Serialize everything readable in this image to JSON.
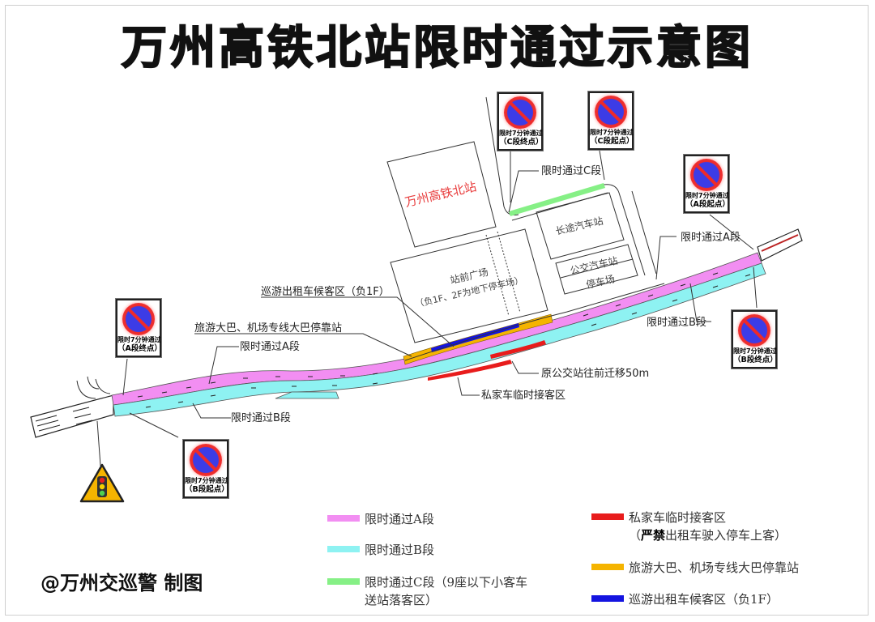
{
  "title": "万州高铁北站限时通过示意图",
  "credit": "@万州交巡警 制图",
  "colors": {
    "segment_a": "#f28ef2",
    "segment_b": "#8ef2f2",
    "segment_c": "#86f086",
    "private_pickup": "#e81c1c",
    "tour_bus": "#f5b400",
    "taxi": "#1414e0"
  },
  "buildings": {
    "station": "万州高铁北站",
    "plaza_line1": "站前广场",
    "plaza_line2": "（负1F、2F为地下停车场）",
    "coach_station": "长途汽车站",
    "bus_station": "公交汽车站",
    "parking": "停车场"
  },
  "callouts": {
    "segment_c": "限时通过C段",
    "segment_a_east": "限时通过A段",
    "segment_b_east": "限时通过B段",
    "taxi_zone": "巡游出租车候客区（负1F）",
    "tour_bus_stop": "旅游大巴、机场专线大巴停靠站",
    "segment_a_west": "限时通过A段",
    "segment_b_west": "限时通过B段",
    "bus_moved": "原公交站往前迁移50m",
    "private_pickup": "私家车临时接客区"
  },
  "signs": [
    {
      "id": "c-end",
      "line1": "限时7分钟通过",
      "line2": "（C段终点）"
    },
    {
      "id": "c-start",
      "line1": "限时7分钟通过",
      "line2": "（C段起点）"
    },
    {
      "id": "a-start",
      "line1": "限时7分钟通过",
      "line2": "（A段起点）"
    },
    {
      "id": "b-end",
      "line1": "限时7分钟通过",
      "line2": "（B段终点）"
    },
    {
      "id": "a-end",
      "line1": "限时7分钟通过",
      "line2": "（A段终点）"
    },
    {
      "id": "b-start",
      "line1": "限时7分钟通过",
      "line2": "（B段起点）"
    }
  ],
  "legend": [
    {
      "key": "segment_a",
      "label": "限时通过A段"
    },
    {
      "key": "segment_b",
      "label": "限时通过B段"
    },
    {
      "key": "segment_c",
      "label_line1": "限时通过C段（9座以下小客车",
      "label_line2": "送站落客区）"
    },
    {
      "key": "private_pickup",
      "label_line1": "私家车临时接客区",
      "label_bold": "严禁",
      "label_line2_rest": "出租车驶入停车上客）",
      "label_line2_open": "（"
    },
    {
      "key": "tour_bus",
      "label": "旅游大巴、机场专线大巴停靠站"
    },
    {
      "key": "taxi",
      "label": "巡游出租车候客区（负1F）"
    }
  ],
  "icons": {
    "no_parking_sign": "no-parking-icon",
    "traffic_light_warning": "traffic-light-warning-icon"
  }
}
